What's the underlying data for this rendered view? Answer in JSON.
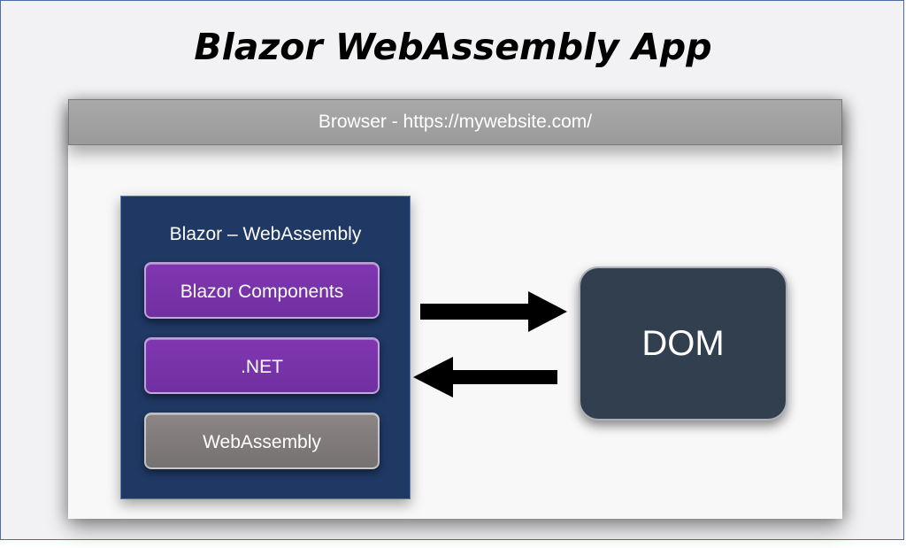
{
  "title": "Blazor WebAssembly App",
  "browser": {
    "address": "Browser - https://mywebsite.com/"
  },
  "wasm_panel": {
    "title": "Blazor – WebAssembly",
    "layers": [
      {
        "label": "Blazor Components",
        "color": "#7030a0"
      },
      {
        "label": ".NET",
        "color": "#7030a0"
      },
      {
        "label": "WebAssembly",
        "color": "#767171"
      }
    ]
  },
  "dom": {
    "label": "DOM",
    "color": "#323f4f"
  },
  "colors": {
    "panel": "#1f3864",
    "browser_bar": "#a5a5a5",
    "arrow": "#000000"
  }
}
